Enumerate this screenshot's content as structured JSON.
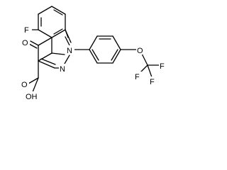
{
  "labels": {
    "F1": "F",
    "O_keto": "O",
    "N1": "N",
    "N2": "N",
    "O_ether": "O",
    "F_a": "F",
    "F_b": "F",
    "F_c": "F",
    "O_acid": "O",
    "OH": "OH"
  }
}
